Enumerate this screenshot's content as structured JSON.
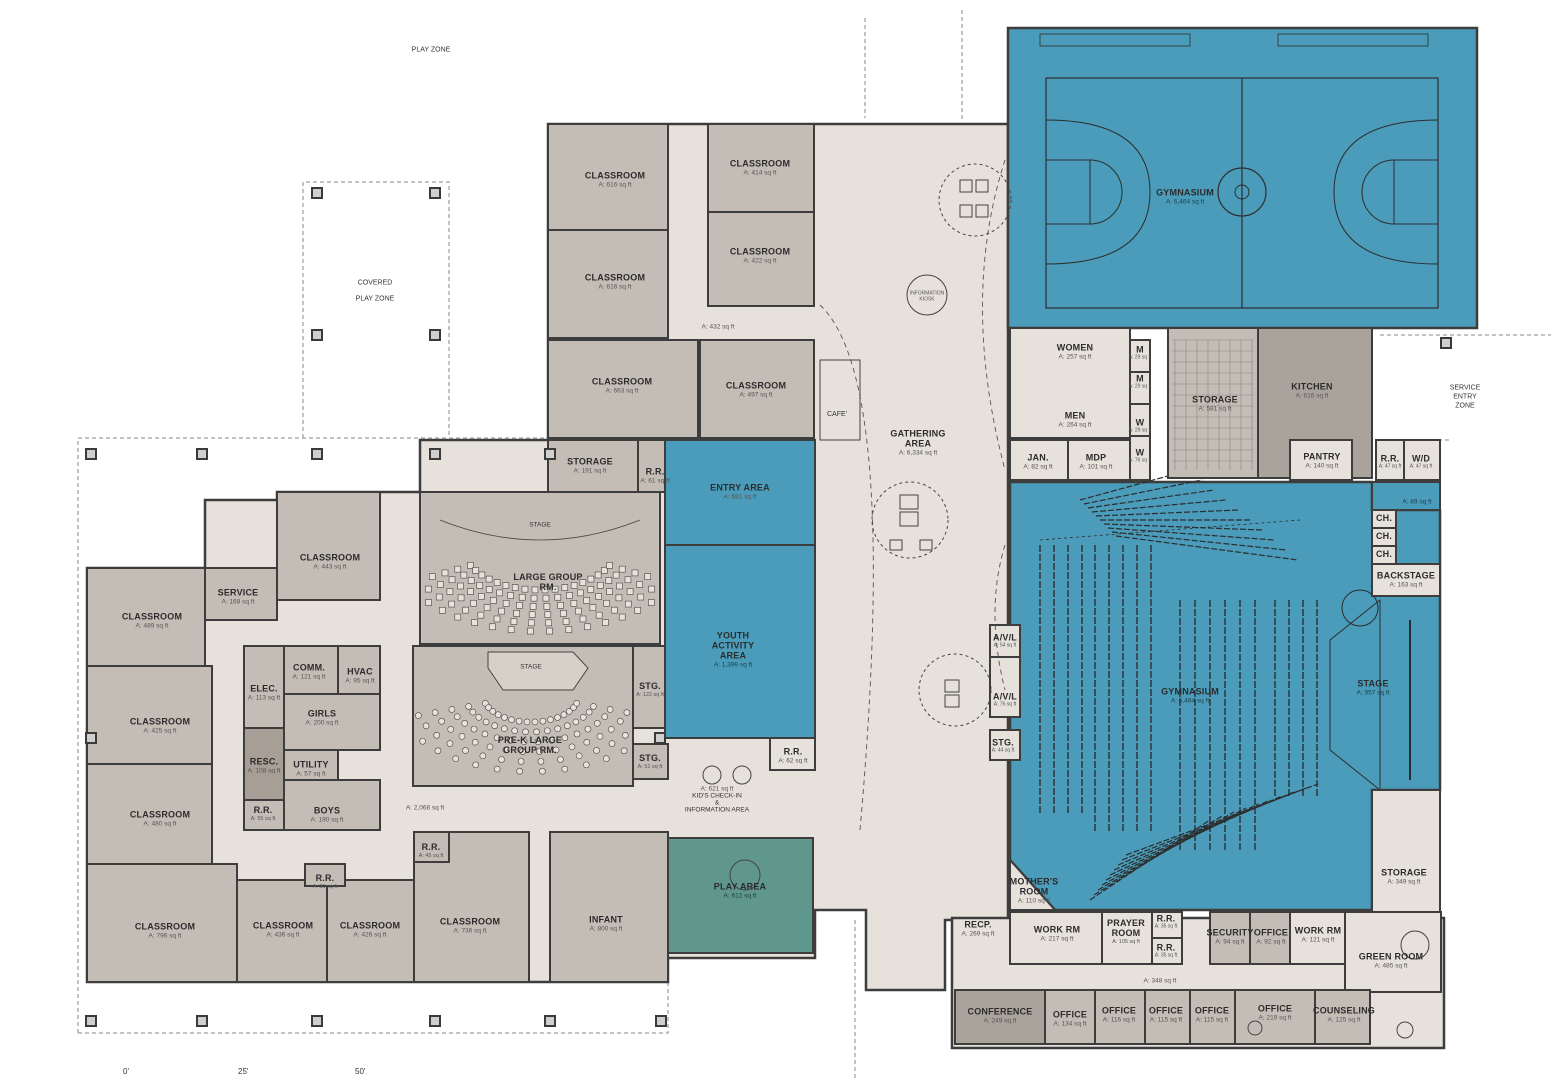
{
  "colors": {
    "gray_room": "#c4bdb6",
    "dark_room": "#aaa39c",
    "circulation": "#e7e1dc",
    "blue": "#4a9cba",
    "teal": "#5f978d",
    "wall": "#3d3d3d",
    "furniture": "#4a4a4a"
  },
  "outdoor": {
    "play_zone": "PLAY ZONE",
    "covered_1": "COVERED",
    "covered_2": "PLAY ZONE",
    "service_1": "SERVICE",
    "service_2": "ENTRY",
    "service_3": "ZONE"
  },
  "rooms": {
    "c1": {
      "name": "CLASSROOM",
      "area": "A: 616 sq ft"
    },
    "c2": {
      "name": "CLASSROOM",
      "area": "A: 414 sq ft"
    },
    "c3": {
      "name": "CLASSROOM",
      "area": "A: 422 sq ft"
    },
    "c4": {
      "name": "CLASSROOM",
      "area": "A: 616 sq ft"
    },
    "c5": {
      "name": "CLASSROOM",
      "area": "A: 663 sq ft"
    },
    "c6": {
      "name": "CLASSROOM",
      "area": "A: 497 sq ft"
    },
    "storage_n": {
      "name": "STORAGE",
      "area": "A: 191 sq ft"
    },
    "rr_n": {
      "name": "R.R.",
      "area": "A: 61 sq ft"
    },
    "hall_n": {
      "area": "A: 432 sq ft"
    },
    "cafe": {
      "name": "CAFE'"
    },
    "entry": {
      "name": "ENTRY AREA",
      "area": "A: 681 sq ft"
    },
    "gathering": {
      "name1": "GATHERING",
      "name2": "AREA",
      "area": "A: 6,334 sq ft"
    },
    "kiosk": {
      "l1": "INFORMATION",
      "l2": "KIOSK"
    },
    "gym_top": {
      "name": "GYMNASIUM",
      "area": "A: 6,464 sq ft"
    },
    "women": {
      "name": "WOMEN",
      "area": "A: 257 sq ft"
    },
    "men": {
      "name": "MEN",
      "area": "A: 264 sq ft"
    },
    "m1": {
      "name": "M",
      "area": "A: 29 sq ft"
    },
    "m2": {
      "name": "M",
      "area": "A: 29 sq ft"
    },
    "w1": {
      "name": "W",
      "area": "A: 29 sq ft"
    },
    "w2": {
      "name": "W",
      "area": "A: 76 sq ft"
    },
    "storage_g": {
      "name": "STORAGE",
      "area": "A: 581 sq ft"
    },
    "kitchen": {
      "name": "KITCHEN",
      "area": "A: 616 sq ft"
    },
    "jan": {
      "name": "JAN.",
      "area": "A: 82 sq ft"
    },
    "mdp": {
      "name": "MDP",
      "area": "A: 101 sq ft"
    },
    "pantry": {
      "name": "PANTRY",
      "area": "A: 140 sq ft"
    },
    "rr_k": {
      "name": "R.R.",
      "area": "A: 47 sq ft"
    },
    "wd": {
      "name": "W/D",
      "area": "A: 47 sq ft"
    },
    "ch_hall": {
      "area": "A: 89 sq ft"
    },
    "ch1": {
      "name": "CH."
    },
    "ch2": {
      "name": "CH."
    },
    "ch3": {
      "name": "CH."
    },
    "backstage": {
      "name": "BACKSTAGE",
      "area": "A: 163 sq ft"
    },
    "classroom_w": {
      "name": "CLASSROOM",
      "area": "A: 443 sq ft"
    },
    "service_r": {
      "name": "SERVICE",
      "area": "A: 168 sq ft"
    },
    "large_group": {
      "stage": "STAGE",
      "name1": "LARGE GROUP",
      "name2": "RM."
    },
    "youth": {
      "name1": "YOUTH",
      "name2": "ACTIVITY",
      "name3": "AREA",
      "area": "A: 1,399 sq ft"
    },
    "aud": {
      "name": "GYMNASIUM",
      "area": "A: 6,464 sq ft"
    },
    "stage_r": {
      "name": "STAGE",
      "area": "A: 957 sq ft"
    },
    "classroom_489": {
      "name": "CLASSROOM",
      "area": "A: 489 sq ft"
    },
    "comm": {
      "name": "COMM.",
      "area": "A: 121 sq ft"
    },
    "hvac": {
      "name": "HVAC",
      "area": "A: 95 sq ft"
    },
    "elec": {
      "name": "ELEC.",
      "area": "A: 113 sq ft"
    },
    "girls": {
      "name": "GIRLS",
      "area": "A: 200 sq ft"
    },
    "prek": {
      "stage": "STAGE",
      "name1": "PRE-K LARGE",
      "name2": "GROUP RM."
    },
    "stg1": {
      "name": "STG.",
      "area": "A: 122 sq ft"
    },
    "avl1": {
      "name": "A/V/L",
      "area": "A: 54 sq ft"
    },
    "avl2": {
      "name": "A/V/L",
      "area": "A: 76 sq ft"
    },
    "classroom_425": {
      "name": "CLASSROOM",
      "area": "A: 425 sq ft"
    },
    "resc": {
      "name": "RESC.",
      "area": "A: 108 sq ft"
    },
    "utility": {
      "name": "UTILITY",
      "area": "A: 57 sq ft"
    },
    "rr_mid": {
      "name": "R.R.",
      "area": "A: 62 sq ft"
    },
    "stg_r": {
      "name": "STG.",
      "area": "A: 44 sq ft"
    },
    "stg2": {
      "name": "STG.",
      "area": "A: 51 sq ft"
    },
    "checkin": {
      "area": "A: 621 sq ft",
      "l1": "KID'S CHECK-IN",
      "l2": "&",
      "l3": "INFORMATION AREA"
    },
    "classroom_480": {
      "name": "CLASSROOM",
      "area": "A: 480 sq ft"
    },
    "rr_w": {
      "name": "R.R.",
      "area": "A: 55 sq ft"
    },
    "boys": {
      "name": "BOYS",
      "area": "A: 190 sq ft"
    },
    "hall_w": {
      "area": "A: 2,068 sq ft"
    },
    "rr_s": {
      "name": "R.R.",
      "area": "A: 45 sq ft"
    },
    "rr_s2": {
      "name": "R.R.",
      "area": "A: 31 sq ft"
    },
    "mothers": {
      "name1": "MOTHER'S",
      "name2": "ROOM",
      "area": "A: 110 sq ft"
    },
    "storage_e": {
      "name": "STORAGE",
      "area": "A: 349 sq ft"
    },
    "classroom_796": {
      "name": "CLASSROOM",
      "area": "A: 796 sq ft"
    },
    "classroom_436": {
      "name": "CLASSROOM",
      "area": "A: 436 sq ft"
    },
    "classroom_426": {
      "name": "CLASSROOM",
      "area": "A: 426 sq ft"
    },
    "classroom_736": {
      "name": "CLASSROOM",
      "area": "A: 736 sq ft"
    },
    "infant": {
      "name": "INFANT",
      "area": "A: 800 sq ft"
    },
    "play": {
      "name": "PLAY AREA",
      "area": "A: 612 sq ft"
    },
    "recp": {
      "name": "RECP.",
      "area": "A: 269 sq ft"
    },
    "workrm1": {
      "name": "WORK RM",
      "area": "A: 217 sq ft"
    },
    "prayer": {
      "name1": "PRAYER",
      "name2": "ROOM",
      "area": "A: 105 sq ft"
    },
    "rr_o1": {
      "name": "R.R.",
      "area": "A: 35 sq ft"
    },
    "rr_o2": {
      "name": "R.R.",
      "area": "A: 35 sq ft"
    },
    "security": {
      "name": "SECURITY",
      "area": "A: 94 sq ft"
    },
    "office1": {
      "name": "OFFICE",
      "area": "A: 92 sq ft"
    },
    "workrm2": {
      "name": "WORK RM",
      "area": "A: 121 sq ft"
    },
    "green": {
      "name": "GREEN ROOM",
      "area": "A: 485 sq ft"
    },
    "hall_o": {
      "area": "A: 348 sq ft"
    },
    "conference": {
      "name": "CONFERENCE",
      "area": "A: 249 sq ft"
    },
    "office2": {
      "name": "OFFICE",
      "area": "A: 134 sq ft"
    },
    "office3": {
      "name": "OFFICE",
      "area": "A: 116 sq ft"
    },
    "office4": {
      "name": "OFFICE",
      "area": "A: 115 sq ft"
    },
    "office5": {
      "name": "OFFICE",
      "area": "A: 115 sq ft"
    },
    "office6": {
      "name": "OFFICE",
      "area": "A: 219 sq ft"
    },
    "counseling": {
      "name": "COUNSELING",
      "area": "A: 125 sq ft"
    }
  },
  "scale": {
    "s0": "0'",
    "s25": "25'",
    "s50": "50'"
  }
}
